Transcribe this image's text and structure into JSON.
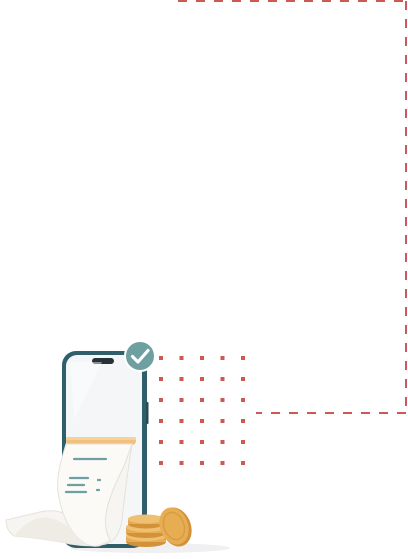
{
  "canvas": {
    "background": "#ffffff"
  },
  "decor": {
    "frame_color": "#cc5a52",
    "dot_color": "#cc5a52",
    "dot_grid": {
      "rows": 6,
      "cols": 5
    }
  },
  "illustration": {
    "subject": "phone-with-receipt-and-coins",
    "phone_frame_color": "#2f5f6b",
    "screen_color": "#f4f6f7",
    "check_badge_color": "#6e9fa1",
    "check_badge_icon": "checkmark-icon",
    "receipt_color": "#f7f5f1",
    "receipt_line_color": "#6e9fa1",
    "receipt_roller_color": "#f1c07c",
    "coin_color": "#e7ad52",
    "coin_edge_color": "#d3923a"
  }
}
